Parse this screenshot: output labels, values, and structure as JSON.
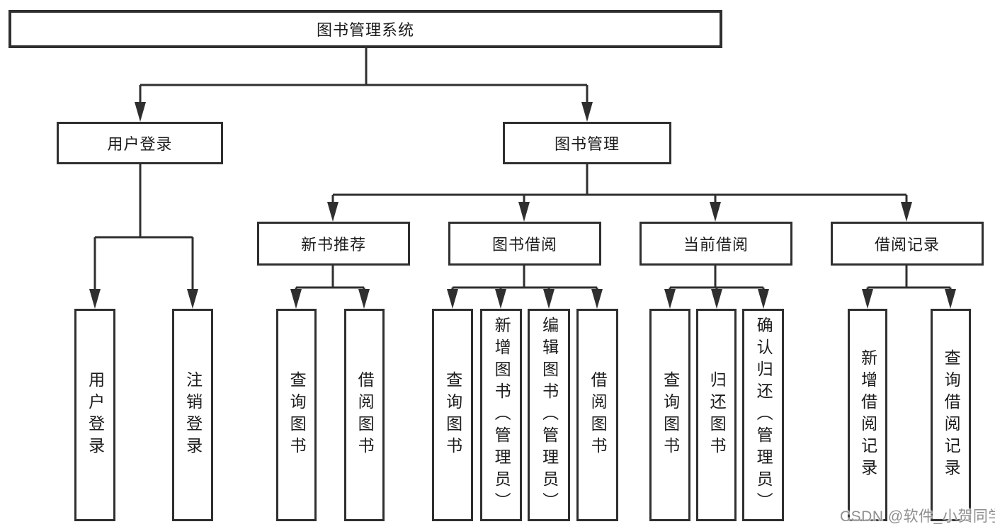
{
  "tree": {
    "label": "图书管理系统",
    "children": [
      {
        "label": "用户登录",
        "children": [
          {
            "label": "用户登录"
          },
          {
            "label": "注销登录"
          }
        ]
      },
      {
        "label": "图书管理",
        "children": [
          {
            "label": "新书推荐",
            "children": [
              {
                "label": "查询图书"
              },
              {
                "label": "借阅图书"
              }
            ]
          },
          {
            "label": "图书借阅",
            "children": [
              {
                "label": "查询图书"
              },
              {
                "label": "新增图书（管理员）"
              },
              {
                "label": "编辑图书（管理员）"
              },
              {
                "label": "借阅图书"
              }
            ]
          },
          {
            "label": "当前借阅",
            "children": [
              {
                "label": "查询图书"
              },
              {
                "label": "归还图书"
              },
              {
                "label": "确认归还（管理员）"
              }
            ]
          },
          {
            "label": "借阅记录",
            "children": [
              {
                "label": "新增借阅记录"
              },
              {
                "label": "查询借阅记录"
              }
            ]
          }
        ]
      }
    ]
  },
  "watermark": {
    "text": "CSDN @软件_小贺同学"
  },
  "colors": {
    "line": "#2f2f2f",
    "box_border": "#2f2f2f",
    "text": "#1c1c1c",
    "watermark_text": "#8f8f8f",
    "background": "#ffffff"
  }
}
